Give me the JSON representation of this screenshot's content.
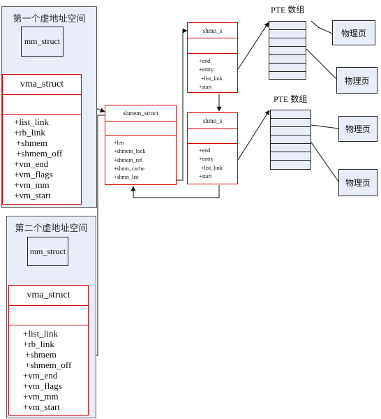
{
  "address_space_1": {
    "title": "第一个虚地址空间",
    "mm_struct": "mm_struct",
    "vma_struct": {
      "title": "vma_struct",
      "fields": [
        "+list_link",
        "+rb_link",
        "+shmem",
        "+shmem_off",
        "+vm_end",
        "+vm_flags",
        "+vm_mm",
        "+vm_start"
      ]
    }
  },
  "address_space_2": {
    "title": "第二个虚地址空间",
    "mm_struct": "mm_struct",
    "vma_struct": {
      "title": "vma_struct",
      "fields": [
        "+list_link",
        "+rb_link",
        "+shmem",
        "+shmem_off",
        "+vm_end",
        "+vm_flags",
        "+vm_mm",
        "+vm_start"
      ]
    }
  },
  "shmem_struct": {
    "title": "shmem_struct",
    "fields": [
      "+len",
      "+shmem_lock",
      "+shmem_ref",
      "+shmn_cache",
      "+shmn_list"
    ]
  },
  "shmn_s_1": {
    "title": "shmn_s",
    "fields": [
      "+end",
      "+entry",
      "+list_link",
      "+start"
    ]
  },
  "shmn_s_2": {
    "title": "shmn_s",
    "fields": [
      "+end",
      "+entry",
      "+list_link",
      "+start"
    ]
  },
  "pte_array_1": {
    "label": "PTE 数组"
  },
  "pte_array_2": {
    "label": "PTE 数组"
  },
  "physical_pages": [
    "物理页",
    "物理页",
    "物理页",
    "物理页"
  ],
  "colors": {
    "struct_border": "#d40000",
    "region_fill": "#e9edf7",
    "line": "#111111"
  }
}
